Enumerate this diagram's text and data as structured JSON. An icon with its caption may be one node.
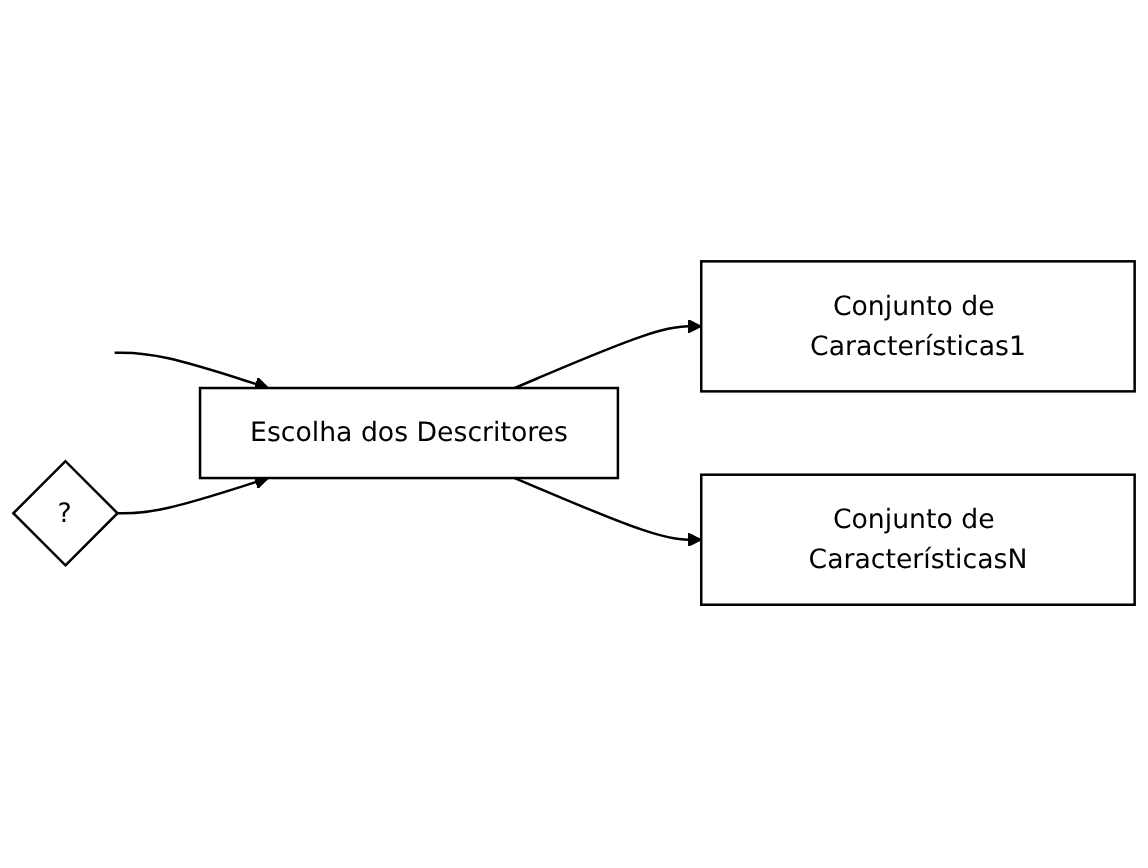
{
  "diagram": {
    "nodes": [
      {
        "text": [
          "Escolha dos Descritores"
        ]
      },
      {
        "text": [
          "Conjunto de Características1"
        ]
      },
      {
        "text": [
          "Conjunto de CaracterísticasN"
        ]
      },
      {
        "text": [
          "?"
        ]
      }
    ],
    "edges": [
      {
        "from": null,
        "to": 0,
        "arrow": "to"
      },
      {
        "from": 0,
        "to": 1,
        "arrow": "to"
      },
      {
        "from": 0,
        "to": 2,
        "arrow": "to"
      },
      {
        "from": 3,
        "to": 0,
        "arrow": "to"
      }
    ]
  }
}
